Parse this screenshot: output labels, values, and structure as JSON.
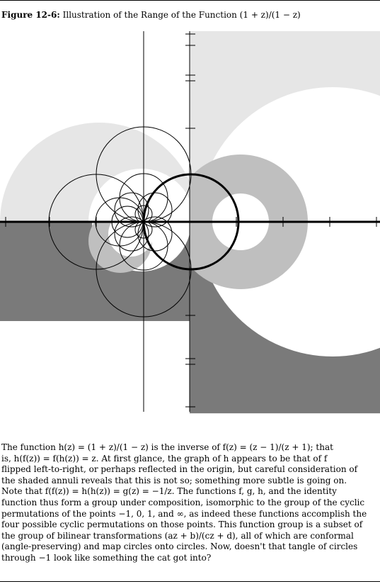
{
  "figure": {
    "label": "Figure 12-6:",
    "title": "Illustration of the Range of the Function (1 + z)/(1 − z)"
  },
  "paragraph": [
    "The function h(z) = (1 + z)/(1 − z) is the inverse of f(z) = (z − 1)/(z + 1); that",
    "is, h(f(z)) = f(h(z)) = z. At first glance, the graph of h appears to be that of f",
    "flipped left-to-right, or perhaps reflected in the origin, but careful consideration of",
    "the shaded annuli reveals that this is not so; something more subtle is going on.",
    "Note that f(f(z)) = h(h(z)) = g(z) = −1/z. The functions f, g, h, and the identity",
    "function thus form a group under composition, isomorphic to the group of the cyclic",
    "permutations of the points −1, 0, 1, and ∞, as indeed these functions accomplish the",
    "four possible cyclic permutations on those points. This function group is a subset of",
    "the group of bilinear transformations (az + b)/(cz + d), all of which are conformal",
    "(angle-preserving) and map circles onto circles. Now, doesn't that tangle of circles",
    "through −1 look like something the cat got into?"
  ],
  "colors": {
    "dark_gray": "#7a7a7a",
    "light_gray": "#e6e6e6",
    "mid_gray": "#bfbfbf",
    "axis": "#000000"
  }
}
